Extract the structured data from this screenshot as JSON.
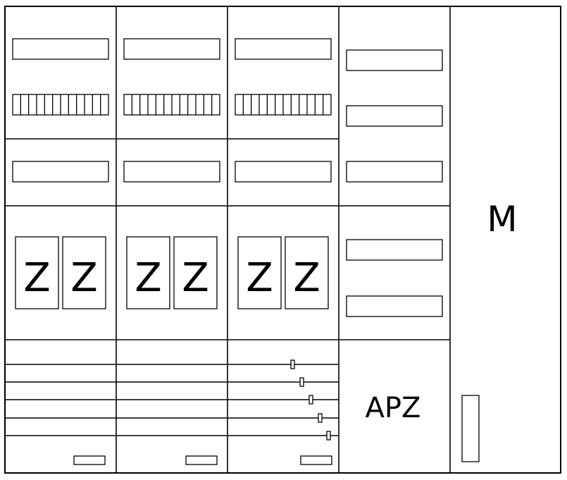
{
  "labels": {
    "meter_z": "Z",
    "apz": "APZ",
    "main": "M"
  },
  "colors": {
    "stroke": "#000000",
    "background": "#ffffff"
  }
}
